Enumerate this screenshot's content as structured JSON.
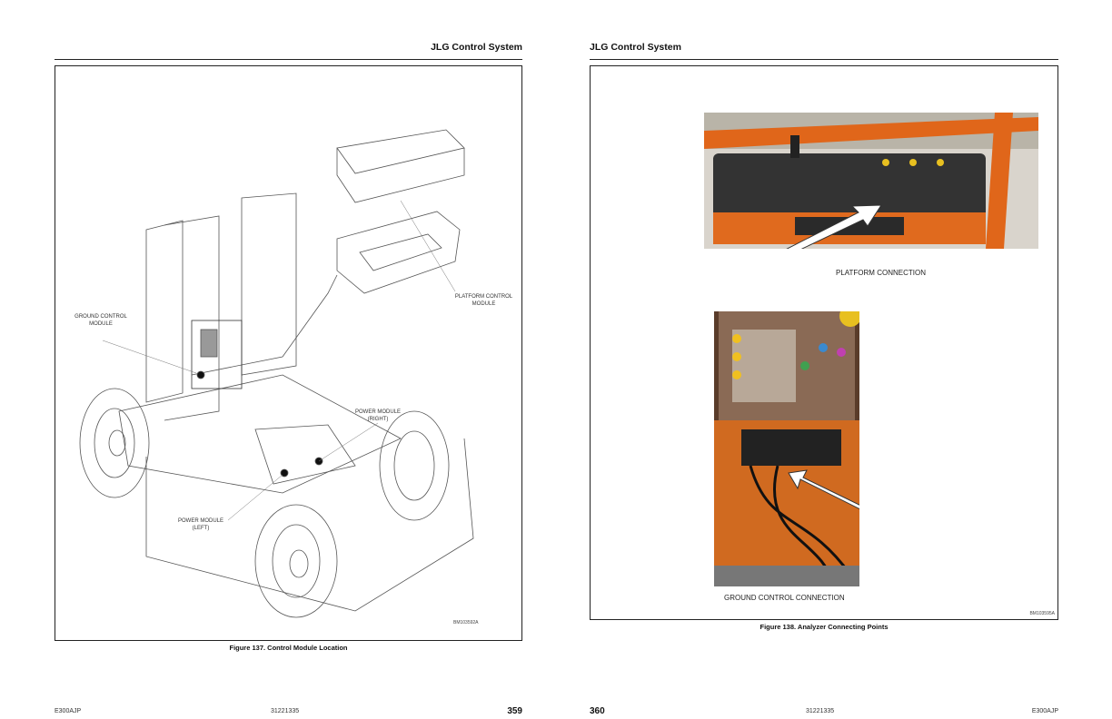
{
  "left_page": {
    "header": "JLG Control System",
    "figure": {
      "caption": "Figure 137. Control Module Location",
      "labels": {
        "platform_control_module": "PLATFORM CONTROL MODULE",
        "ground_control_module_1": "GROUND CONTROL",
        "ground_control_module_2": "MODULE",
        "power_module_right_1": "POWER MODULE",
        "power_module_right_2": "(RIGHT)",
        "power_module_left_1": "POWER MODULE",
        "power_module_left_2": "(LEFT)"
      },
      "code": "BM103592A"
    },
    "footer": {
      "model": "E300AJP",
      "doc_number": "31221335",
      "page": "359"
    }
  },
  "right_page": {
    "header": "JLG Control System",
    "figure": {
      "caption": "Figure 138. Analyzer Connecting Points",
      "platform_label": "PLATFORM CONNECTION",
      "ground_label": "GROUND CONTROL CONNECTION",
      "code": "BM103595A"
    },
    "footer": {
      "page": "360",
      "doc_number": "31221335",
      "model": "E300AJP"
    }
  }
}
